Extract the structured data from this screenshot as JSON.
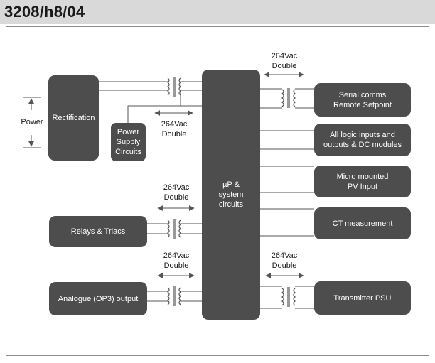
{
  "header": {
    "title": "3208/h8/04"
  },
  "blocks": {
    "rectification": "Rectification",
    "psu": "Power\nSupply\nCircuits",
    "micro": "µP &\nsystem\ncircuits",
    "relays": "Relays & Triacs",
    "analogue": "Analogue (OP3) output",
    "serial": "Serial comms\nRemote Setpoint",
    "logic": "All logic inputs and\noutputs & DC modules",
    "pv": "Micro mounted\nPV Input",
    "ct": "CT measurement",
    "tpsu": "Transmitter PSU"
  },
  "labels": {
    "power": "Power",
    "isolation": "264Vac\nDouble"
  },
  "colors": {
    "block": "#4d4d4d",
    "line": "#555555",
    "header": "#d9d9d9"
  }
}
